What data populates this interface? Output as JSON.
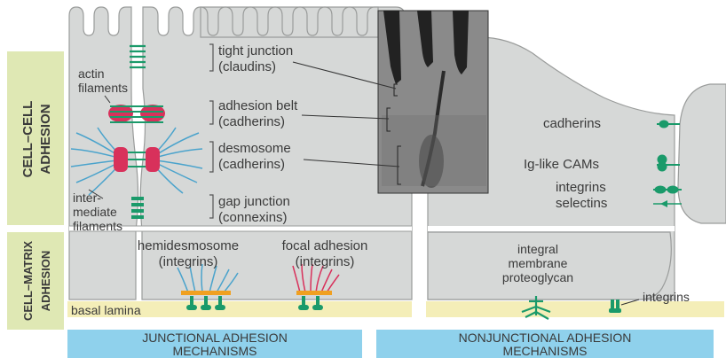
{
  "side_labels": {
    "cell_cell": [
      "CELL–CELL",
      "ADHESION"
    ],
    "cell_matrix": [
      "CELL–MATRIX",
      "ADHESION"
    ]
  },
  "junction_labels": {
    "actin": [
      "actin",
      "filaments"
    ],
    "tight_junction": [
      "tight junction",
      "(claudins)"
    ],
    "adhesion_belt": [
      "adhesion belt",
      "(cadherins)"
    ],
    "desmosome": [
      "desmosome",
      "(cadherins)"
    ],
    "gap_junction": [
      "gap junction",
      "(connexins)"
    ],
    "intermediate": [
      "inter-",
      "mediate",
      "filaments"
    ]
  },
  "matrix_labels": {
    "hemidesmosome": [
      "hemidesmosome",
      "(integrins)"
    ],
    "focal_adhesion": [
      "focal adhesion",
      "(integrins)"
    ],
    "basal_lamina": "basal lamina"
  },
  "nonjunctional_labels": {
    "cadherins": "cadherins",
    "ig_cams": "Ig-like CAMs",
    "integrins": "integrins",
    "selectins": "selectins",
    "proteoglycan": [
      "integral",
      "membrane",
      "proteoglycan"
    ],
    "integrins_bottom": "integrins"
  },
  "banners": {
    "junctional": [
      "JUNCTIONAL ADHESION",
      "MECHANISMS"
    ],
    "nonjunctional": [
      "NONJUNCTIONAL ADHESION",
      "MECHANISMS"
    ]
  },
  "colors": {
    "cell": "#d6d8d7",
    "side_band": "#dfe8b4",
    "lamina": "#f4eeb8",
    "banner": "#8fd1ec",
    "junction_green": "#1a9a6a",
    "desmo_red": "#d8315b",
    "filament_blue": "#4aa3cc",
    "hemi_orange": "#f0a020"
  }
}
